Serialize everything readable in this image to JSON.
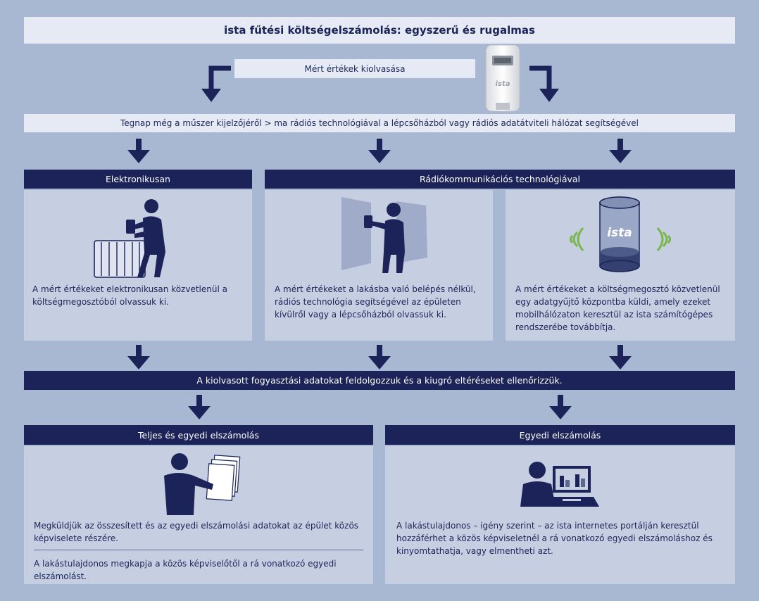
{
  "title": "ista fűtési költségelszámolás: egyszerű és rugalmas",
  "reading_label": "Mért értékek kiolvasása",
  "device_logo": "ista",
  "timeline_text": "Tegnap még a műszer kijelzőjéről > ma rádiós technológiával a lépcsőházból vagy rádiós adatátviteli hálózat segítségével",
  "methods": {
    "electronic": {
      "header": "Elektronikusan",
      "text": "A  mért értékeket elektronikusan közvetlenül a költségmegosztóból olvassuk ki."
    },
    "radio_header": "Rádiókommunikációs technológiával",
    "radio_building": {
      "text": "A mért értékeket a lakásba való belépés nélkül, rádiós technológia segítségével az épületen kívülről vagy a lépcsőházból olvassuk ki."
    },
    "radio_network": {
      "collector_logo": "ista",
      "text": "A mért értékeket a költségmegosztó közvetlenül egy adatgyűjtő központba küldi, amely ezeket mobilhálózaton keresztül az ista számítógépes rendszerébe továbbítja."
    }
  },
  "process_text": "A kiolvasott fogyasztási adatokat feldolgozzuk és a kiugró eltéréseket ellenőrizzük.",
  "billing": {
    "full": {
      "header": "Teljes és egyedi elszámolás",
      "text1": "Megküldjük az összesített és az egyedi elszámolási adatokat az épület közös képviselete részére.",
      "text2": "A lakástulajdonos megkapja a közös képviselőtől a rá vonatkozó egyedi elszámolást."
    },
    "individual": {
      "header": "Egyedi elszámolás",
      "text": "A lakástulajdonos – igény szerint – az ista internetes portálján keresztül hozzáférhet a közös képviseletnél a rá vonatkozó egyedi elszámoláshoz és kinyomtathatja, vagy elmentheti azt."
    }
  },
  "colors": {
    "background": "#a9b8d2",
    "navy": "#1b2358",
    "pale_bar": "#e6eaf4",
    "panel": "#c6cee2",
    "signal_green": "#7ab648"
  },
  "icons": [
    "arrow-down-icon",
    "elbow-arrow-icon",
    "heat-meter-device-icon",
    "person-radiator-icon",
    "person-window-icon",
    "data-collector-icon",
    "radio-signal-icon",
    "person-documents-icon",
    "person-laptop-icon"
  ]
}
